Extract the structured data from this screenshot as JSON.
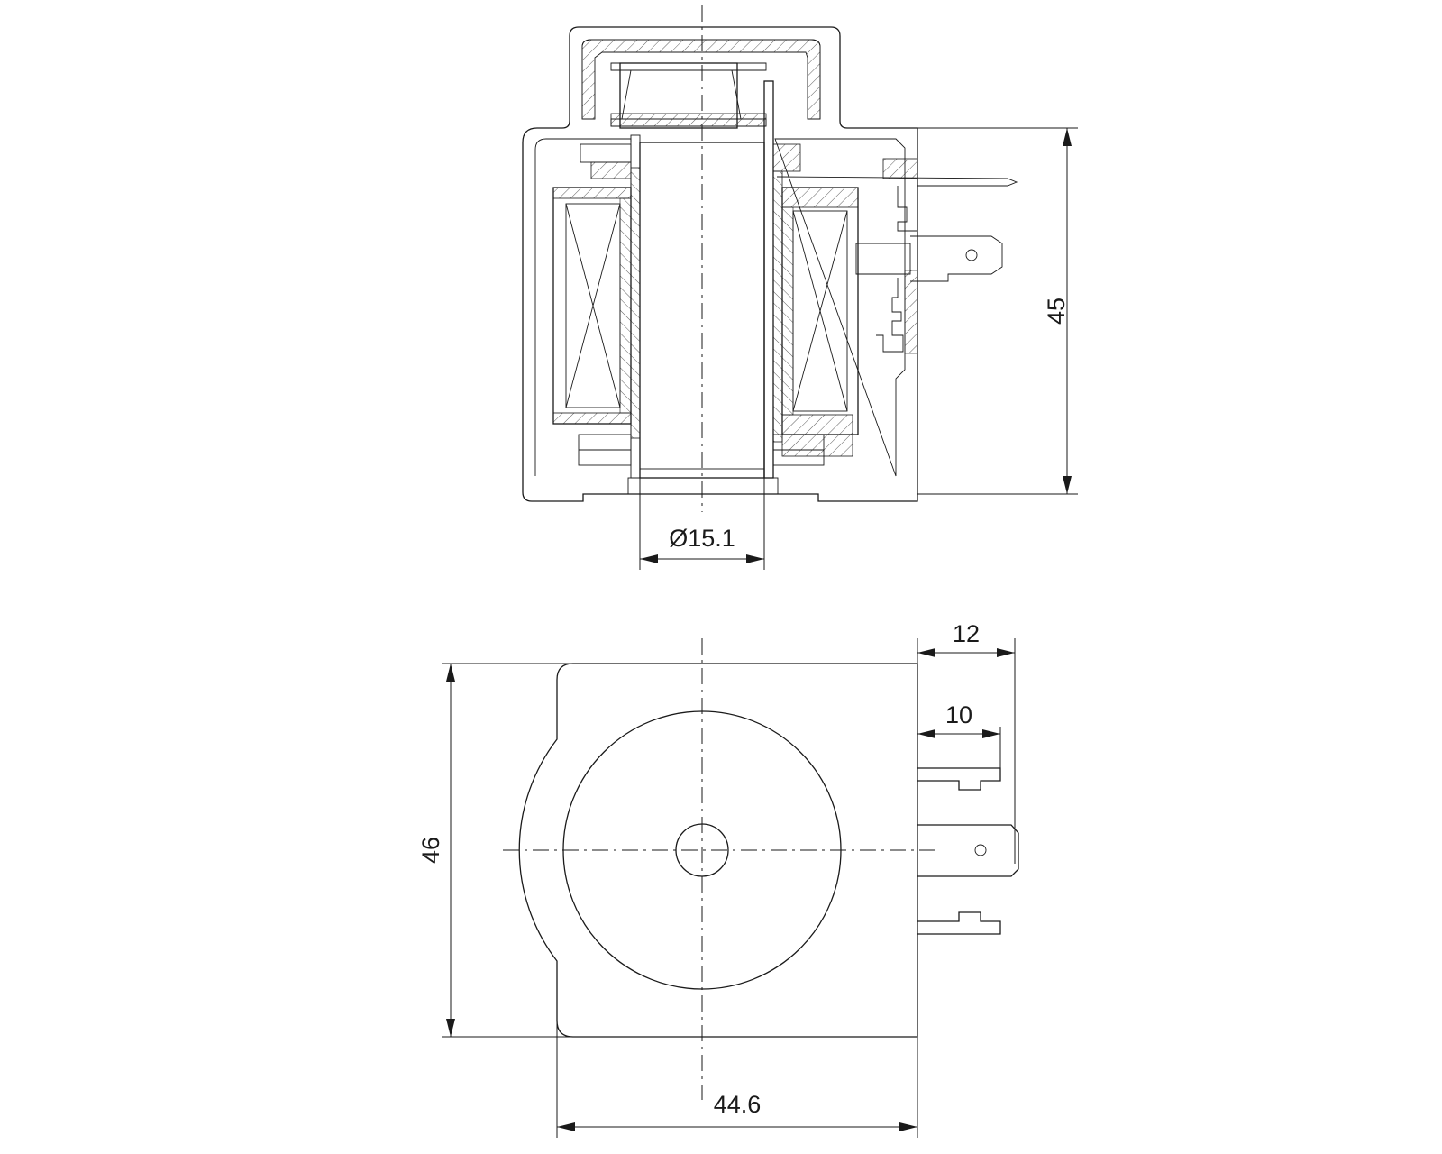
{
  "drawing": {
    "colors": {
      "line": "#1a1a1a",
      "background": "#ffffff"
    },
    "section_view": {
      "dimensions": {
        "height": "45",
        "bore_diameter": "Ø15.1"
      }
    },
    "plan_view": {
      "dimensions": {
        "terminal_outer": "12",
        "terminal_inner": "10",
        "height": "46",
        "width": "44.6"
      }
    }
  }
}
